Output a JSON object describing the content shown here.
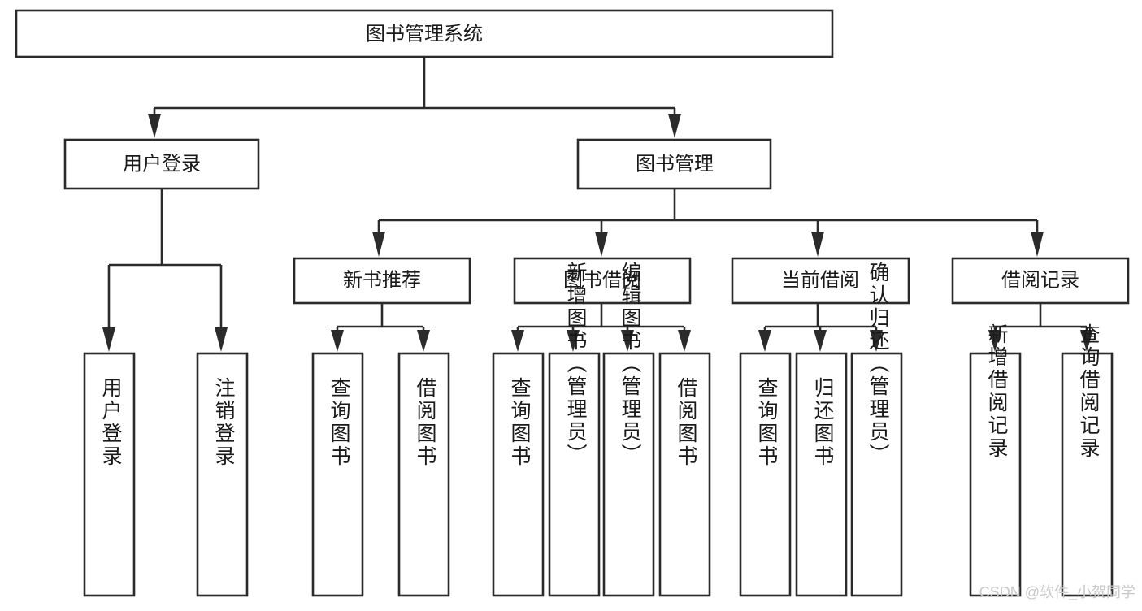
{
  "diagram": {
    "title": "图书管理系统",
    "type": "tree",
    "root": {
      "id": "root",
      "label": "图书管理系统",
      "orientation": "horizontal"
    },
    "level2": [
      {
        "id": "user-login",
        "label": "用户登录",
        "orientation": "horizontal"
      },
      {
        "id": "book-manage",
        "label": "图书管理",
        "orientation": "horizontal"
      }
    ],
    "level3": [
      {
        "id": "new-book-recommend",
        "label": "新书推荐",
        "orientation": "horizontal",
        "parent": "book-manage"
      },
      {
        "id": "book-borrow",
        "label": "图书借阅",
        "orientation": "horizontal",
        "parent": "book-manage"
      },
      {
        "id": "current-borrow",
        "label": "当前借阅",
        "orientation": "horizontal",
        "parent": "book-manage"
      },
      {
        "id": "borrow-record",
        "label": "借阅记录",
        "orientation": "horizontal",
        "parent": "book-manage"
      }
    ],
    "leaves": [
      {
        "id": "leaf-user-login",
        "label": "用户登录",
        "parent": "user-login"
      },
      {
        "id": "leaf-user-logout",
        "label": "注销登录",
        "parent": "user-login"
      },
      {
        "id": "leaf-query-book-1",
        "label": "查询图书",
        "parent": "new-book-recommend"
      },
      {
        "id": "leaf-borrow-book-1",
        "label": "借阅图书",
        "parent": "new-book-recommend"
      },
      {
        "id": "leaf-query-book-2",
        "label": "查询图书",
        "parent": "book-borrow"
      },
      {
        "id": "leaf-add-book",
        "label": "新增图书（管理员）",
        "parent": "book-borrow"
      },
      {
        "id": "leaf-edit-book",
        "label": "编辑图书（管理员）",
        "parent": "book-borrow"
      },
      {
        "id": "leaf-borrow-book-2",
        "label": "借阅图书",
        "parent": "book-borrow"
      },
      {
        "id": "leaf-query-book-3",
        "label": "查询图书",
        "parent": "current-borrow"
      },
      {
        "id": "leaf-return-book",
        "label": "归还图书",
        "parent": "current-borrow"
      },
      {
        "id": "leaf-confirm-return",
        "label": "确认归还（管理员）",
        "parent": "current-borrow"
      },
      {
        "id": "leaf-add-record",
        "label": "新增借阅记录",
        "parent": "borrow-record"
      },
      {
        "id": "leaf-query-record",
        "label": "查询借阅记录",
        "parent": "borrow-record"
      }
    ],
    "colors": {
      "stroke": "#2b2b2b",
      "fill": "#ffffff",
      "text": "#1a1a1a",
      "watermark": "#c9c9c9"
    }
  },
  "watermark": {
    "text": "CSDN @软件_小贺同学"
  }
}
